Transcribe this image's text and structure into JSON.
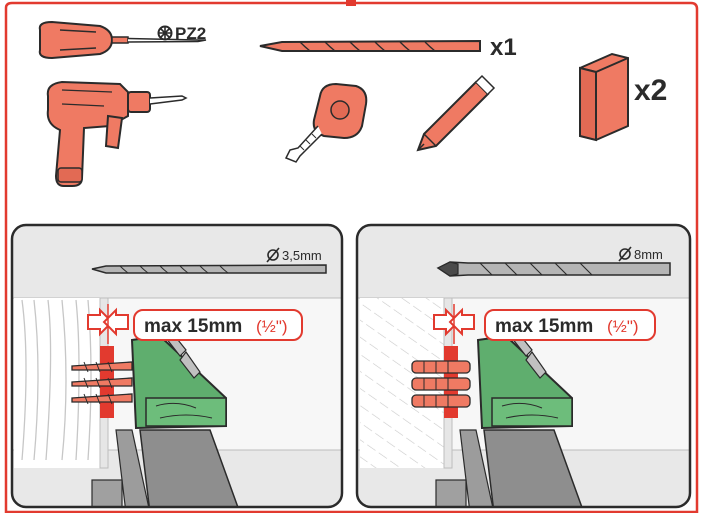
{
  "tools": {
    "screwdriver_bit": "PZ2",
    "drill_bit_quantity": "x1",
    "spacer_block_quantity": "x2"
  },
  "panels": [
    {
      "wall_type": "wood",
      "bit_diameter": "3,5mm",
      "callout_main": "max 15mm",
      "callout_fraction": "(½\")"
    },
    {
      "wall_type": "masonry",
      "bit_diameter": "8mm",
      "callout_main": "max 15mm",
      "callout_fraction": "(½\")"
    }
  ],
  "colors": {
    "frame_red": "#e23a2f",
    "tool_salmon": "#ef7a63",
    "bracket_green": "#5fae6e",
    "panel_bg": "#e8e8e8",
    "outline": "#2b2b2b"
  }
}
